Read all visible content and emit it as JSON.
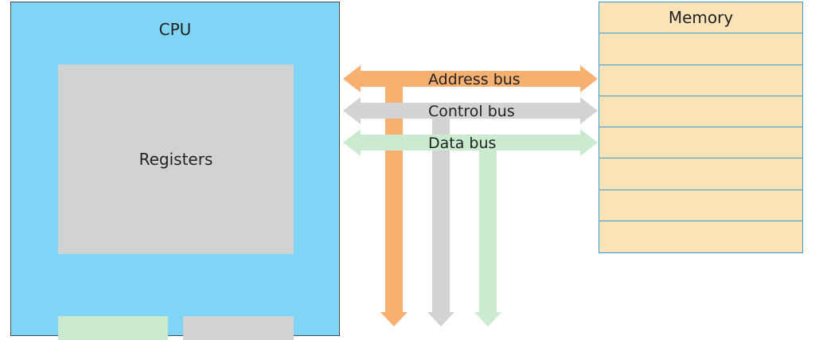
{
  "cpu": {
    "title": "CPU",
    "registers_label": "Registers"
  },
  "memory": {
    "title": "Memory",
    "cell_count": 7
  },
  "buses": [
    {
      "id": "address",
      "label": "Address bus",
      "color": "#f8b070"
    },
    {
      "id": "control",
      "label": "Control bus",
      "color": "#d3d3d3"
    },
    {
      "id": "data",
      "label": "Data bus",
      "color": "#cbebd0"
    }
  ],
  "colors": {
    "cpu_fill": "#80d4f6",
    "registers_fill": "#d2d2d2",
    "memory_fill": "#fce4b8",
    "memory_border": "#3f9ad6"
  }
}
